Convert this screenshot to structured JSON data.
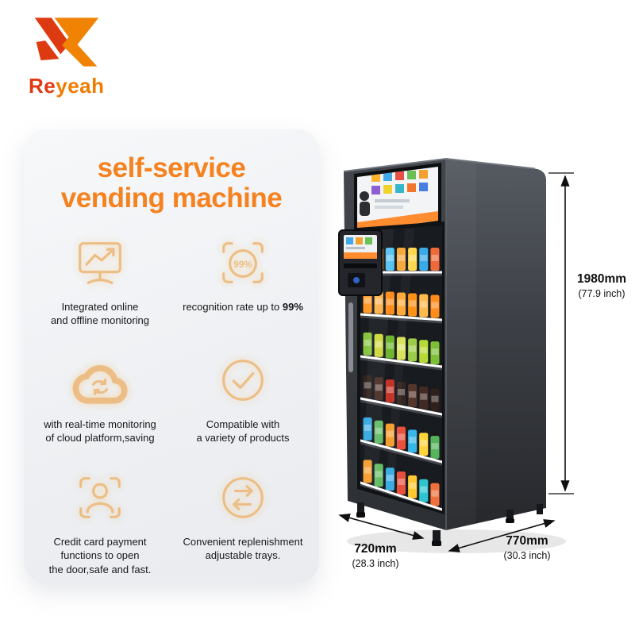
{
  "brand": {
    "name_part1": "Re",
    "name_part2": "yeah"
  },
  "panel": {
    "accent_color": "#f5821f",
    "icon_color": "#ecbe85",
    "title_line1": "self-service",
    "title_line2": "vending machine",
    "features": [
      {
        "icon": "monitor-chart-icon",
        "text": "Integrated online\nand offline monitoring"
      },
      {
        "icon": "recognition-rate-icon",
        "badge": "99%",
        "text_prefix": "recognition rate up to ",
        "text_bold": "99%"
      },
      {
        "icon": "cloud-monitoring-icon",
        "text": "with real-time monitoring\nof cloud platform,saving"
      },
      {
        "icon": "check-circle-icon",
        "text": "Compatible with\na variety of products"
      },
      {
        "icon": "face-payment-icon",
        "text": "Credit card payment\nfunctions to open\nthe door,safe and fast."
      },
      {
        "icon": "replenishment-icon",
        "text": "Convenient replenishment\nadjustable trays."
      }
    ]
  },
  "machine": {
    "body_color": "#34373c",
    "led_color": "#ffffff",
    "shelves": [
      [
        "#3aa9e8",
        "#f2922f",
        "#56c1f0",
        "#f6a93b",
        "#ffd84d",
        "#3aa9e8",
        "#ef6a3a"
      ],
      [
        "#ff9a26",
        "#ffb347",
        "#ff8c1a",
        "#ffa733",
        "#ff9214",
        "#ffbb4d",
        "#ff8c1a"
      ],
      [
        "#86c440",
        "#cdda3b",
        "#6fb52f",
        "#d7e25a",
        "#9ccb4a",
        "#b5d937",
        "#7bbf35"
      ],
      [
        "#32231e",
        "#4a2f26",
        "#c33327",
        "#352622",
        "#55362c",
        "#422a22",
        "#30211c"
      ],
      [
        "#35a9e0",
        "#64bb66",
        "#f59d2d",
        "#e8503e",
        "#38b6e8",
        "#ffd43c",
        "#56b35a"
      ],
      [
        "#f59d2d",
        "#64bb66",
        "#35a9e0",
        "#e8503e",
        "#ffc832",
        "#2ec4cf",
        "#f0703c"
      ]
    ]
  },
  "dimensions": {
    "height_mm": "1980mm",
    "height_inch": "(77.9 inch)",
    "depth_mm": "720mm",
    "depth_inch": "(28.3 inch)",
    "width_mm": "770mm",
    "width_inch": "(30.3 inch)"
  }
}
